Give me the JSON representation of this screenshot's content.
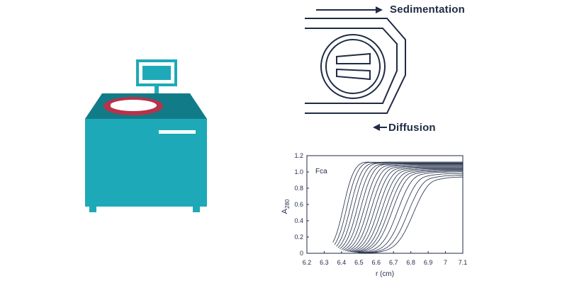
{
  "colors": {
    "machine_body": "#1ea9b8",
    "machine_top": "#127b88",
    "rotor_ring": "#b8324a",
    "ink": "#1f2a44"
  },
  "icons": [
    "centrifuge-icon",
    "monitor-icon",
    "rotor-icon",
    "cell-icon",
    "arrow-right-icon",
    "arrow-left-icon"
  ],
  "labels": {
    "sedimentation": "Sedimentation",
    "diffusion": "Diffusion"
  },
  "chart_data": {
    "type": "line",
    "xlabel": "r (cm)",
    "ylabel_main": "A",
    "ylabel_sub": "280",
    "annotation": "Fca",
    "xlim": [
      6.2,
      7.1
    ],
    "ylim": [
      0,
      1.2
    ],
    "xticks": [
      "6.2",
      "6.3",
      "6.4",
      "6.5",
      "6.6",
      "6.7",
      "6.8",
      "6.9",
      "7",
      "7.1"
    ],
    "yticks": [
      "0",
      "0.2",
      "0.4",
      "0.6",
      "0.8",
      "1.0",
      "1.2"
    ],
    "series": [
      {
        "midpoint": 6.41,
        "width": 0.03,
        "plateau": 1.12,
        "meniscus": 6.35
      },
      {
        "midpoint": 6.43,
        "width": 0.031,
        "plateau": 1.12,
        "meniscus": 6.36
      },
      {
        "midpoint": 6.45,
        "width": 0.032,
        "plateau": 1.11,
        "meniscus": 6.37
      },
      {
        "midpoint": 6.47,
        "width": 0.033,
        "plateau": 1.11,
        "meniscus": 6.38
      },
      {
        "midpoint": 6.49,
        "width": 0.034,
        "plateau": 1.1,
        "meniscus": 6.39
      },
      {
        "midpoint": 6.51,
        "width": 0.035,
        "plateau": 1.1,
        "meniscus": 6.4
      },
      {
        "midpoint": 6.53,
        "width": 0.036,
        "plateau": 1.09,
        "meniscus": 6.41
      },
      {
        "midpoint": 6.55,
        "width": 0.037,
        "plateau": 1.08,
        "meniscus": 6.42
      },
      {
        "midpoint": 6.57,
        "width": 0.038,
        "plateau": 1.07,
        "meniscus": 6.43
      },
      {
        "midpoint": 6.59,
        "width": 0.039,
        "plateau": 1.06,
        "meniscus": 6.44
      },
      {
        "midpoint": 6.61,
        "width": 0.04,
        "plateau": 1.05,
        "meniscus": 6.45
      },
      {
        "midpoint": 6.63,
        "width": 0.041,
        "plateau": 1.04,
        "meniscus": 6.46
      },
      {
        "midpoint": 6.65,
        "width": 0.042,
        "plateau": 1.03,
        "meniscus": 6.47
      },
      {
        "midpoint": 6.67,
        "width": 0.043,
        "plateau": 1.02,
        "meniscus": 6.48
      },
      {
        "midpoint": 6.69,
        "width": 0.044,
        "plateau": 1.01,
        "meniscus": 6.49
      },
      {
        "midpoint": 6.72,
        "width": 0.045,
        "plateau": 1.0,
        "meniscus": 6.5
      },
      {
        "midpoint": 6.75,
        "width": 0.046,
        "plateau": 0.98,
        "meniscus": 6.51
      },
      {
        "midpoint": 6.78,
        "width": 0.047,
        "plateau": 0.96,
        "meniscus": 6.52
      },
      {
        "midpoint": 6.81,
        "width": 0.048,
        "plateau": 0.94,
        "meniscus": 6.53
      }
    ]
  }
}
